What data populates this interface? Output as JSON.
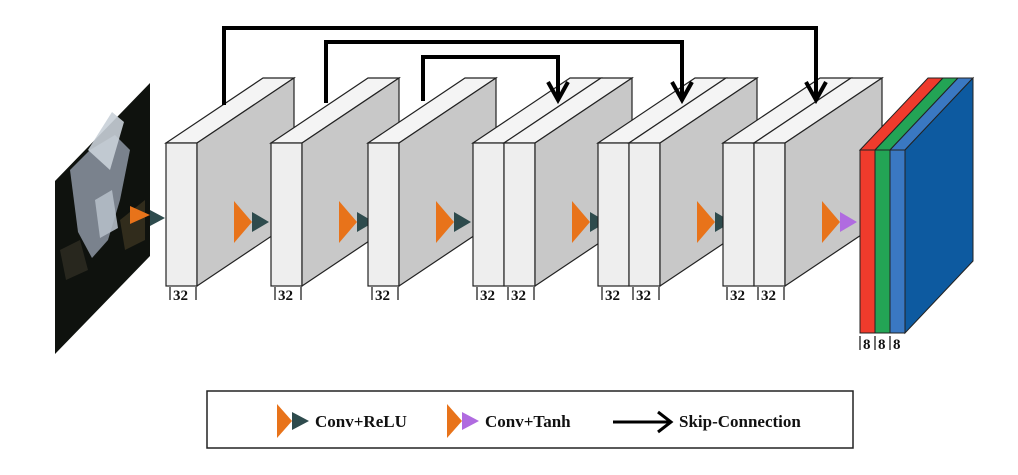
{
  "input_image": {
    "icon": "bird-photo-thumbnail"
  },
  "layers": [
    {
      "channels": [
        "32"
      ]
    },
    {
      "channels": [
        "32"
      ]
    },
    {
      "channels": [
        "32"
      ]
    },
    {
      "channels": [
        "32",
        "32"
      ]
    },
    {
      "channels": [
        "32",
        "32"
      ]
    },
    {
      "channels": [
        "32",
        "32"
      ]
    }
  ],
  "output": {
    "channels": [
      "8",
      "8",
      "8"
    ],
    "colors": [
      "#ef3b2c",
      "#23a455",
      "#3a78c2"
    ]
  },
  "skip_connections": [
    {
      "from_layer": 1,
      "to_layer": 6
    },
    {
      "from_layer": 2,
      "to_layer": 5
    },
    {
      "from_layer": 3,
      "to_layer": 4
    }
  ],
  "legend": {
    "conv_relu": "Conv+ReLU",
    "conv_tanh": "Conv+Tanh",
    "skip": "Skip-Connection"
  },
  "colors": {
    "orange": "#e8731a",
    "dark_teal": "#2e4b4d",
    "purple": "#b06be0",
    "block_front": "#eeeeee",
    "block_side": "#c8c8c8",
    "block_top": "#f4f4f4",
    "output_side": "#0d5aa0"
  }
}
